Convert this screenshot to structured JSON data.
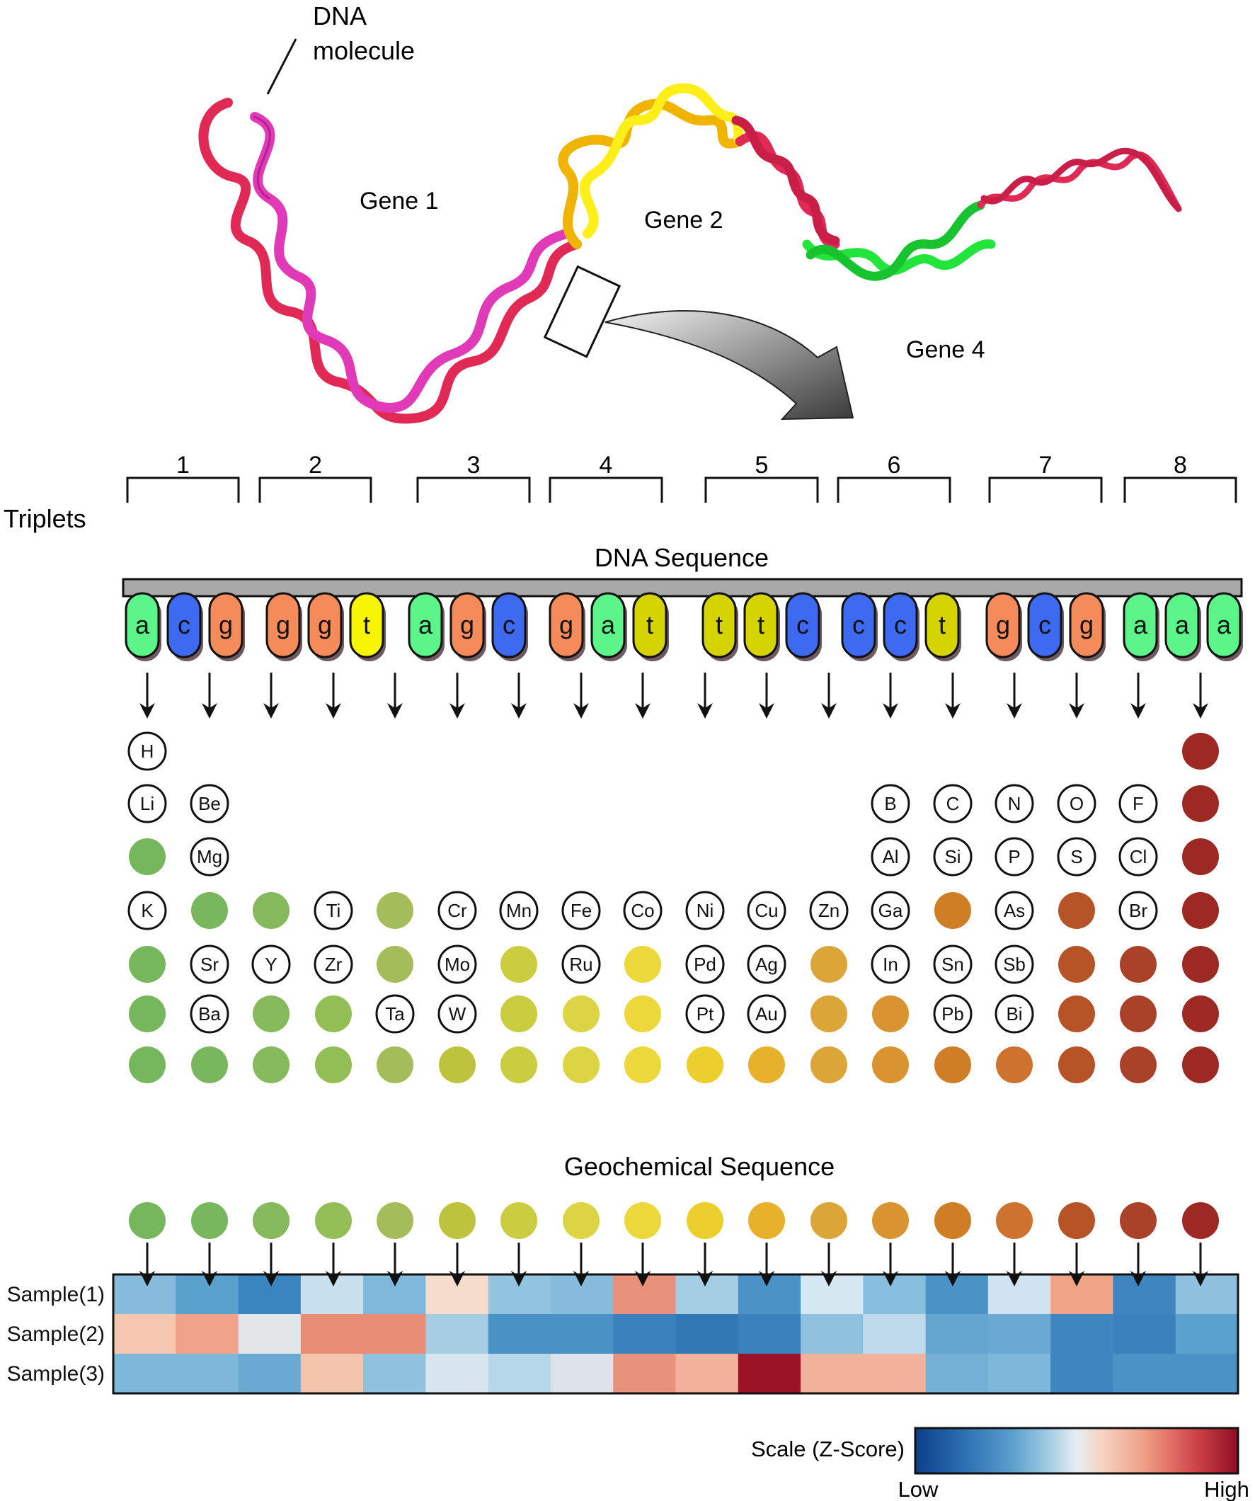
{
  "labels": {
    "dna_molecule_line1": "DNA",
    "dna_molecule_line2": "molecule",
    "gene1": "Gene 1",
    "gene2": "Gene 2",
    "gene4": "Gene 4",
    "triplets": "Triplets",
    "dna_sequence": "DNA Sequence",
    "geochemical_sequence": "Geochemical Sequence",
    "scale_title": "Scale (Z-Score)",
    "scale_low": "Low",
    "scale_high": "High"
  },
  "triplet_numbers": [
    "1",
    "2",
    "3",
    "4",
    "5",
    "6",
    "7",
    "8"
  ],
  "bases": [
    "a",
    "c",
    "g",
    "g",
    "g",
    "t",
    "a",
    "g",
    "c",
    "g",
    "a",
    "t",
    "t",
    "t",
    "c",
    "c",
    "c",
    "t",
    "g",
    "c",
    "g",
    "a",
    "a",
    "a"
  ],
  "base_colors": {
    "a": "#5cf58a",
    "c": "#3d6af0",
    "g": "#f58a5a",
    "t_bright": "#f7f500",
    "t_olive": "#d6d400"
  },
  "base_t_variant": [
    "bright",
    "olive",
    "olive",
    "olive",
    "olive",
    "olive"
  ],
  "column_colors": [
    "#76b65c",
    "#79b75e",
    "#86b85c",
    "#93bd55",
    "#a4bd5a",
    "#bdc33c",
    "#cbcd40",
    "#dcd443",
    "#ecd83a",
    "#ecce2c",
    "#e7b12a",
    "#dca537",
    "#d99330",
    "#d07e26",
    "#cd732e",
    "#b65428",
    "#a94228",
    "#9c2a23"
  ],
  "element_rows": [
    [
      "H",
      "",
      "",
      "",
      "",
      "",
      "",
      "",
      "",
      "",
      "",
      "",
      "",
      "",
      "",
      "",
      "",
      "*"
    ],
    [
      "Li",
      "Be",
      "",
      "",
      "",
      "",
      "",
      "",
      "",
      "",
      "",
      "",
      "B",
      "C",
      "N",
      "O",
      "F",
      "*"
    ],
    [
      "*",
      "Mg",
      "",
      "",
      "",
      "",
      "",
      "",
      "",
      "",
      "",
      "",
      "Al",
      "Si",
      "P",
      "S",
      "Cl",
      "*"
    ],
    [
      "K",
      "*",
      "*",
      "Ti",
      "*",
      "Cr",
      "Mn",
      "Fe",
      "Co",
      "Ni",
      "Cu",
      "Zn",
      "Ga",
      "*",
      "As",
      "*",
      "Br",
      "*"
    ],
    [
      "*",
      "Sr",
      "Y",
      "Zr",
      "*",
      "Mo",
      "*",
      "Ru",
      "*",
      "Pd",
      "Ag",
      "*",
      "In",
      "Sn",
      "Sb",
      "*",
      "*",
      "*"
    ],
    [
      "*",
      "Ba",
      "*",
      "*",
      "Ta",
      "W",
      "*",
      "*",
      "*",
      "Pt",
      "Au",
      "*",
      "*",
      "Pb",
      "Bi",
      "*",
      "*",
      "*"
    ],
    [
      "*",
      "*",
      "*",
      "*",
      "*",
      "*",
      "*",
      "*",
      "*",
      "*",
      "*",
      "*",
      "*",
      "*",
      "*",
      "*",
      "*",
      "*"
    ]
  ],
  "heatmap": {
    "samples": [
      "Sample(1)",
      "Sample(2)",
      "Sample(3)"
    ],
    "colors": [
      [
        "#86bbdc",
        "#5aa0cd",
        "#3a85bf",
        "#c8e0ee",
        "#7fb8db",
        "#f6dccd",
        "#92c3df",
        "#86bbdc",
        "#e8917a",
        "#a5cee4",
        "#4b92c6",
        "#d5e7f1",
        "#89bfde",
        "#4a93c7",
        "#cfe4f0",
        "#efa488",
        "#3f86bf",
        "#8fc1df"
      ],
      [
        "#f6c7b0",
        "#eea38a",
        "#e3e6e9",
        "#e98d77",
        "#e98d77",
        "#a6cde3",
        "#4892c6",
        "#4892c6",
        "#3a82bd",
        "#3178b5",
        "#3a82bd",
        "#90c1de",
        "#bfdbeb",
        "#64a6d0",
        "#6aaad2",
        "#3f86bf",
        "#3a82bd",
        "#5aa1cd"
      ],
      [
        "#7db7da",
        "#7db7da",
        "#6aaad2",
        "#f4c5ad",
        "#90c1de",
        "#d8e5ee",
        "#b6d6e9",
        "#dde3e8",
        "#e8917a",
        "#f1b19a",
        "#9b1426",
        "#f1b19a",
        "#f1b19a",
        "#74b0d6",
        "#7db7da",
        "#3f86bf",
        "#4a93c7",
        "#4a93c7"
      ]
    ]
  },
  "scale_colors": [
    "#0d3f8a",
    "#2c6fb2",
    "#5a9fcd",
    "#a7cee4",
    "#e6eef3",
    "#f6d3c0",
    "#ee9a82",
    "#d2484a",
    "#8e0d24"
  ]
}
